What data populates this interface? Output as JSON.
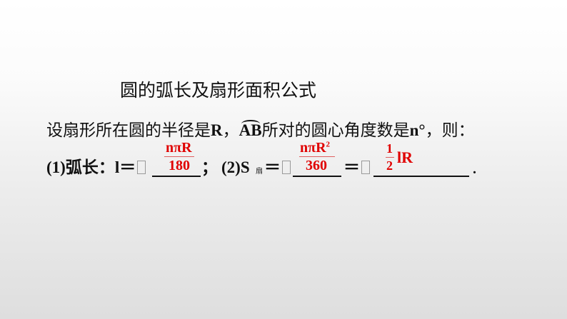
{
  "title": "圆的弧长及扇形面积公式",
  "intro": {
    "prefix": "设扇形所在圆的半径是",
    "R": "R",
    "comma": "，",
    "arc": "AB",
    "middle": "所对的圆心角度数是",
    "n": "n°",
    "suffix": "，则："
  },
  "formula": {
    "p1_label": "(1)弧长：",
    "l_eq": "l＝",
    "arc_num": "nπR",
    "arc_den": "180",
    "sep": "；",
    "p2_label": "(2)S",
    "sub": "扇",
    "eq": "＝",
    "area_num": "nπR",
    "area_sup": "2",
    "area_den": "360",
    "eq2": "＝",
    "half_num": "1",
    "half_den": "2",
    "half_rest": "lR",
    "period": "."
  }
}
